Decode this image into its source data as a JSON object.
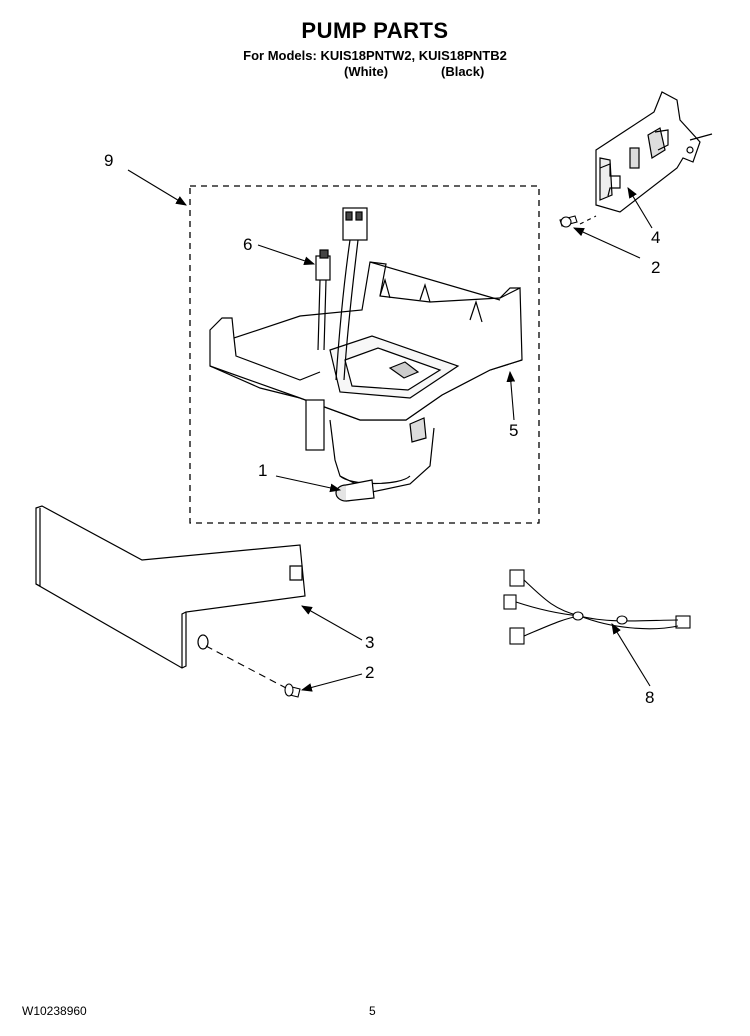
{
  "header": {
    "title": "PUMP PARTS",
    "models": "For Models: KUIS18PNTW2, KUIS18PNTB2",
    "color_white": "(White)",
    "color_black": "(Black)"
  },
  "callouts": {
    "c1": "1",
    "c2a": "2",
    "c2b": "2",
    "c3": "3",
    "c4": "4",
    "c5": "5",
    "c6": "6",
    "c8": "8",
    "c9": "9"
  },
  "footer": {
    "doc_number": "W10238960",
    "page": "5"
  }
}
